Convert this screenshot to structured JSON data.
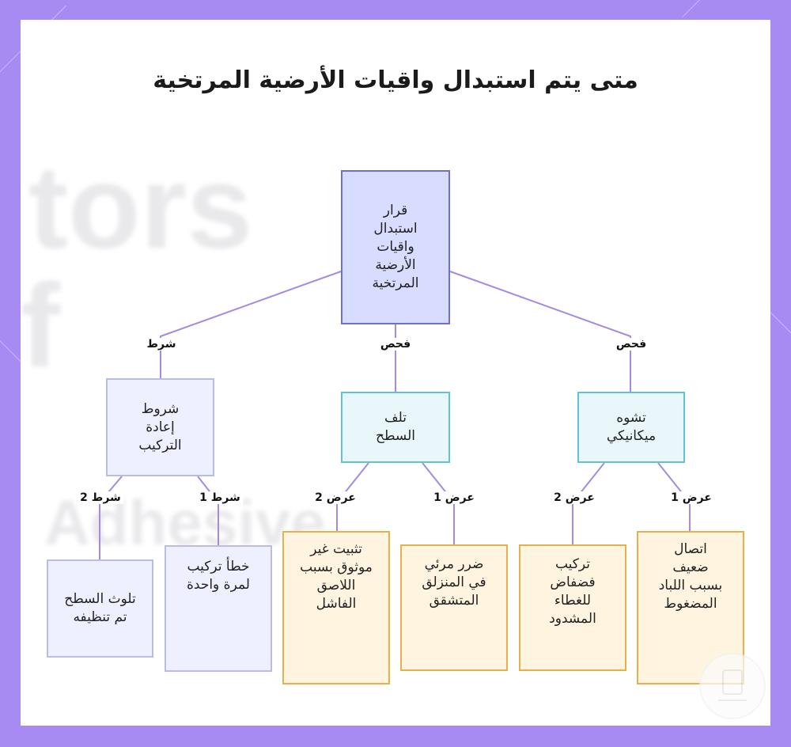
{
  "title": "متى يتم استبدال واقيات الأرضية المرتخية",
  "watermark": {
    "word1": "tors",
    "word2": "f",
    "word3": "Adhesive"
  },
  "nodes": {
    "root": "قرار استبدال واقيات الأرضية المرتخية",
    "reinstall_conditions": "شروط إعادة التركيب",
    "surface_damage": "تلف السطح",
    "mechanical_deformation": "تشوه ميكانيكي",
    "cleaned_surface_contamination": "تلوث السطح تم تنظيفه",
    "one_time_install_error": "خطأ تركيب لمرة واحدة",
    "unreliable_fixing": "تثبيت غير موثوق بسبب اللاصق الفاشل",
    "visible_damage_sliding_home": "ضرر مرئي في المنزلق المتشقق",
    "loose_install_tight_cover": "تركيب فضفاض للغطاء المشدود",
    "weak_contact_compressed_felt": "اتصال ضعيف بسبب اللباد المضغوط"
  },
  "edge_labels": {
    "condition": "شرط",
    "inspection": "فحص",
    "condition_1": "شرط 1",
    "condition_2": "شرط 2",
    "symptom_1": "عرض 1",
    "symptom_2": "عرض 2"
  },
  "colors": {
    "background_frame": "#a78bf2",
    "edge": "#a58be0",
    "root_fill": "#d8dcff",
    "check_border": "#5fc3d3",
    "symptom_border": "#e8b04a"
  }
}
